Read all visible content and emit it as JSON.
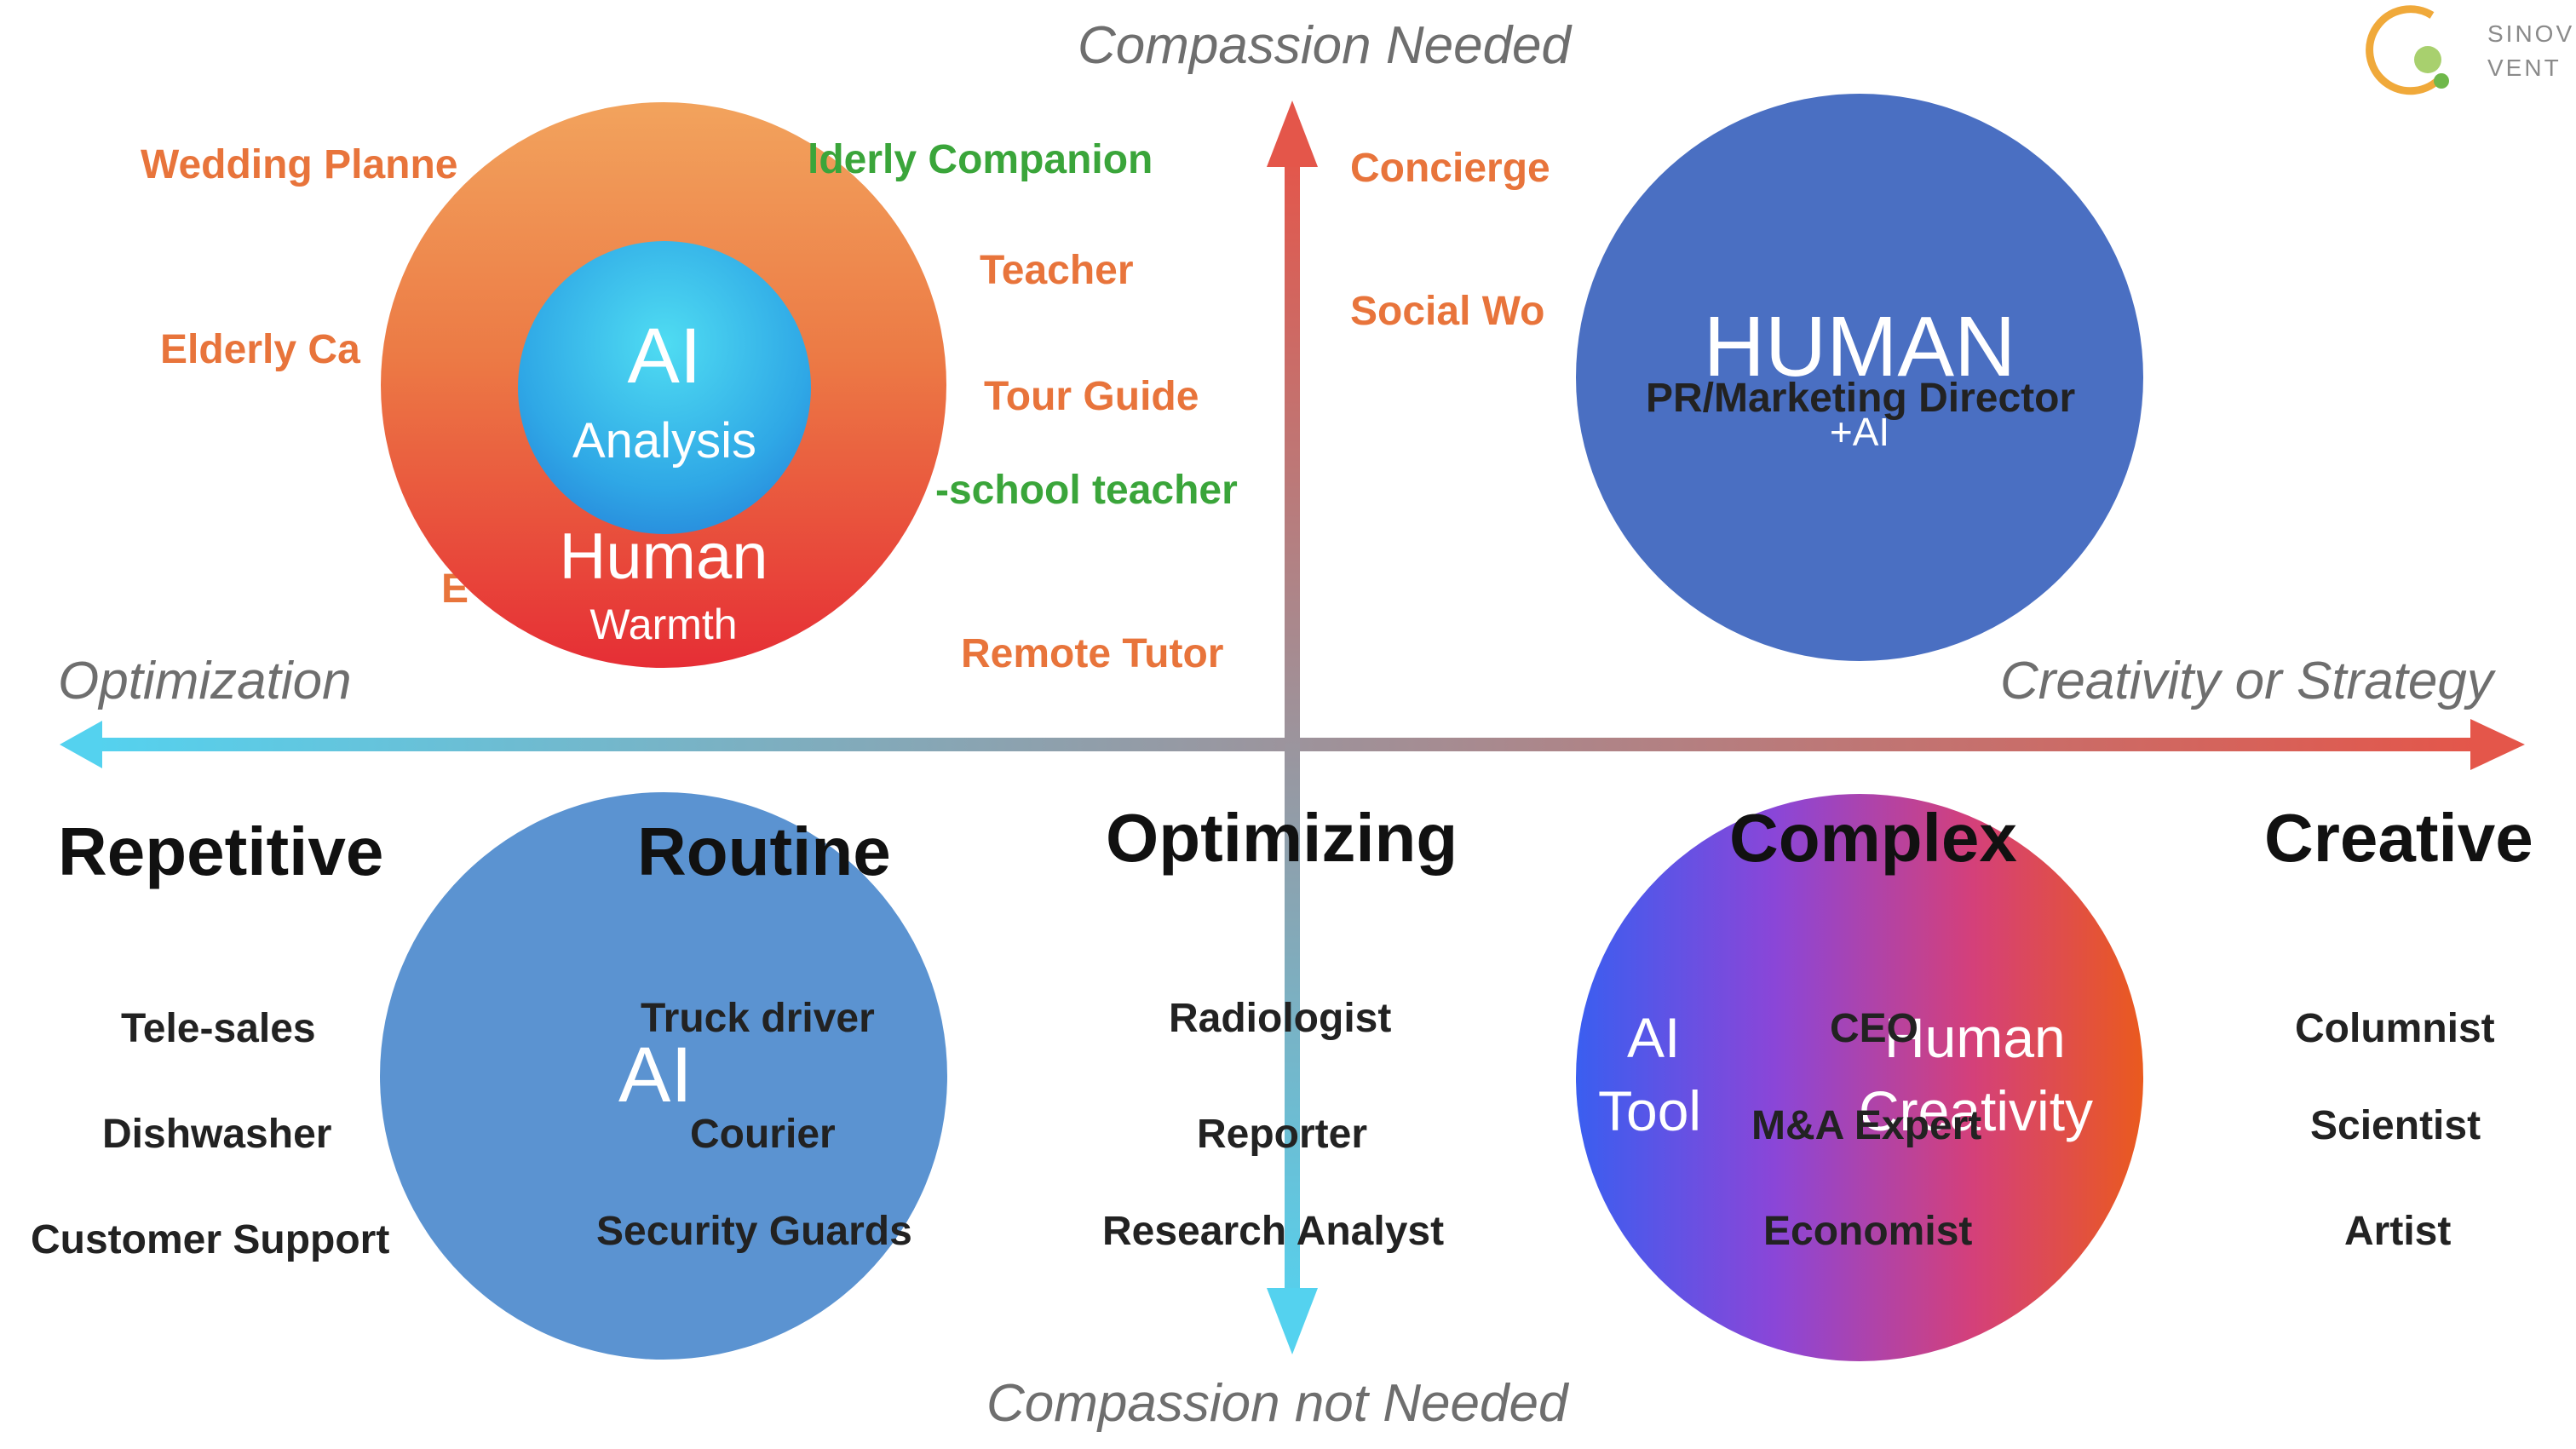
{
  "axes": {
    "top": "Compassion Needed",
    "bottom": "Compassion not Needed",
    "left": "Optimization",
    "right": "Creativity or Strategy"
  },
  "categories": [
    "Repetitive",
    "Routine",
    "Optimizing",
    "Complex",
    "Creative"
  ],
  "quadrant_top_left": {
    "circle_outer_title": "Human",
    "circle_outer_sub": "Warmth",
    "circle_inner_title": "AI",
    "circle_inner_sub": "Analysis",
    "jobs_left": [
      "Wedding Planne",
      "Elderly Ca",
      "E"
    ],
    "jobs_right": [
      "lderly Companion",
      "Teacher",
      "Tour Guide",
      "-school teacher",
      "Remote Tutor"
    ]
  },
  "quadrant_top_right": {
    "circle_title": "HUMAN",
    "circle_sub": "+AI",
    "jobs": [
      "Concierge",
      "Social Wo",
      "PR/Marketing Director"
    ]
  },
  "column_repetitive": [
    "Tele-sales",
    "Dishwasher",
    "Customer Support"
  ],
  "column_routine": {
    "circle_label": "AI",
    "jobs": [
      "Truck driver",
      "Courier",
      "Security Guards"
    ]
  },
  "column_optimizing": [
    "Radiologist",
    "Reporter",
    "Research Analyst"
  ],
  "column_complex": {
    "circle_left_title": "AI",
    "circle_left_sub": "Tool",
    "circle_right_title": "Human",
    "circle_right_sub": "Creativity",
    "jobs": [
      "CEO",
      "M&A Expert",
      "Economist"
    ]
  },
  "column_creative": [
    "Columnist",
    "Scientist",
    "Artist"
  ],
  "logo": {
    "line1": "SINOV",
    "line2": "VENT"
  },
  "colors": {
    "orange_text": "#e8743b",
    "green_text": "#3aa53a",
    "top_right_circle": "#4a6fc2",
    "bottom_left_circle": "#5b93d1"
  }
}
